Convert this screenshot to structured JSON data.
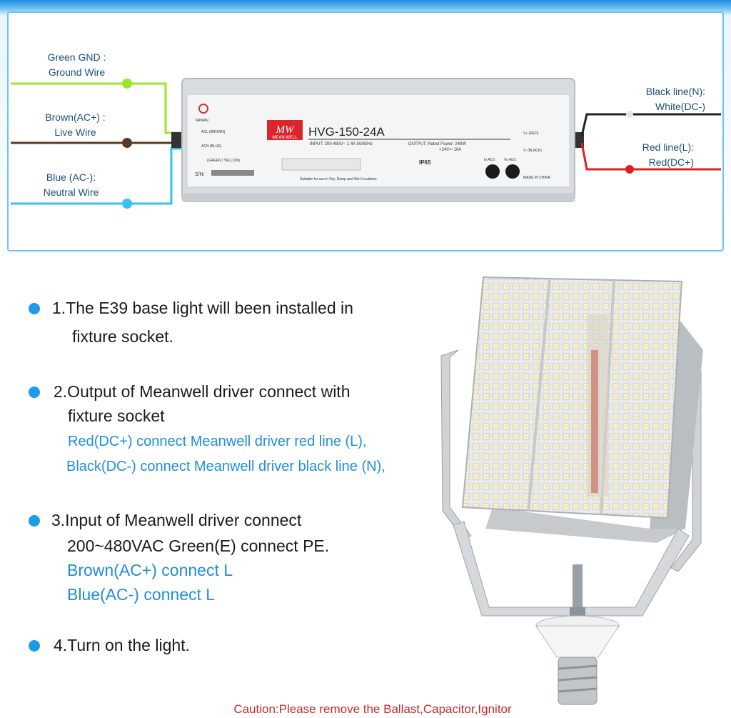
{
  "wiring": {
    "left_labels": [
      {
        "line1": "Green GND :",
        "line2": "Ground Wire"
      },
      {
        "line1": "Brown(AC+)  :",
        "line2": "Live Wire"
      },
      {
        "line1": "Blue (AC-):",
        "line2": "Neutral Wire"
      }
    ],
    "right_labels": [
      {
        "line1": "Black line(N):",
        "line2": "White(DC-)"
      },
      {
        "line1": "Red line(L):",
        "line2": "Red(DC+)"
      }
    ],
    "driver": {
      "logo_text": "MW",
      "brand": "MEAN WELL",
      "model": "HVG-150-24A",
      "input_spec": "·INPUT: 200-480V~  1.4A  50/60Hz",
      "output_spec": "·OUTPUT: Rated Power: 240W",
      "output_spec2": "+24V⎓  10A",
      "origin": "TAIWAN",
      "acl": "ACL (BROWN)",
      "acn": "ACN (BLUE)",
      "ground": "(GREEN / YELLOW)",
      "sn": "S/N:",
      "vplus": "V+ (RED)",
      "vminus": "V- (BLACK)",
      "io_adj": "Io ADJ.",
      "vo_adj": "Vo ADJ.",
      "made_in": "MADE IN CHINA",
      "suitable": "Suitable for use in Dry, Damp and Wet Locations",
      "ip": "IP65"
    },
    "colors": {
      "ground": "#9be52a",
      "live": "#5a3a22",
      "neutral": "#35c2ee",
      "dc_neg": "#222222",
      "dc_pos": "#e02020"
    }
  },
  "steps": [
    {
      "lines": [
        "1.The E39 base light will been installed in",
        "fixture socket."
      ],
      "blue": []
    },
    {
      "lines": [
        "2.Output of Meanwell driver connect with",
        "fixture socket"
      ],
      "blue": [
        "Red(DC+) connect Meanwell driver red line (L),",
        "Black(DC-) connect Meanwell driver black line (N),"
      ]
    },
    {
      "lines": [
        "3.Input of Meanwell driver connect",
        "200~480VAC Green(E) connect PE."
      ],
      "blue": [
        "Brown(AC+) connect L",
        "Blue(AC-) connect L"
      ]
    },
    {
      "lines": [
        "4.Turn on the light."
      ],
      "blue": []
    }
  ],
  "caution": "Caution:Please remove the Ballast,Capacitor,Ignitor"
}
